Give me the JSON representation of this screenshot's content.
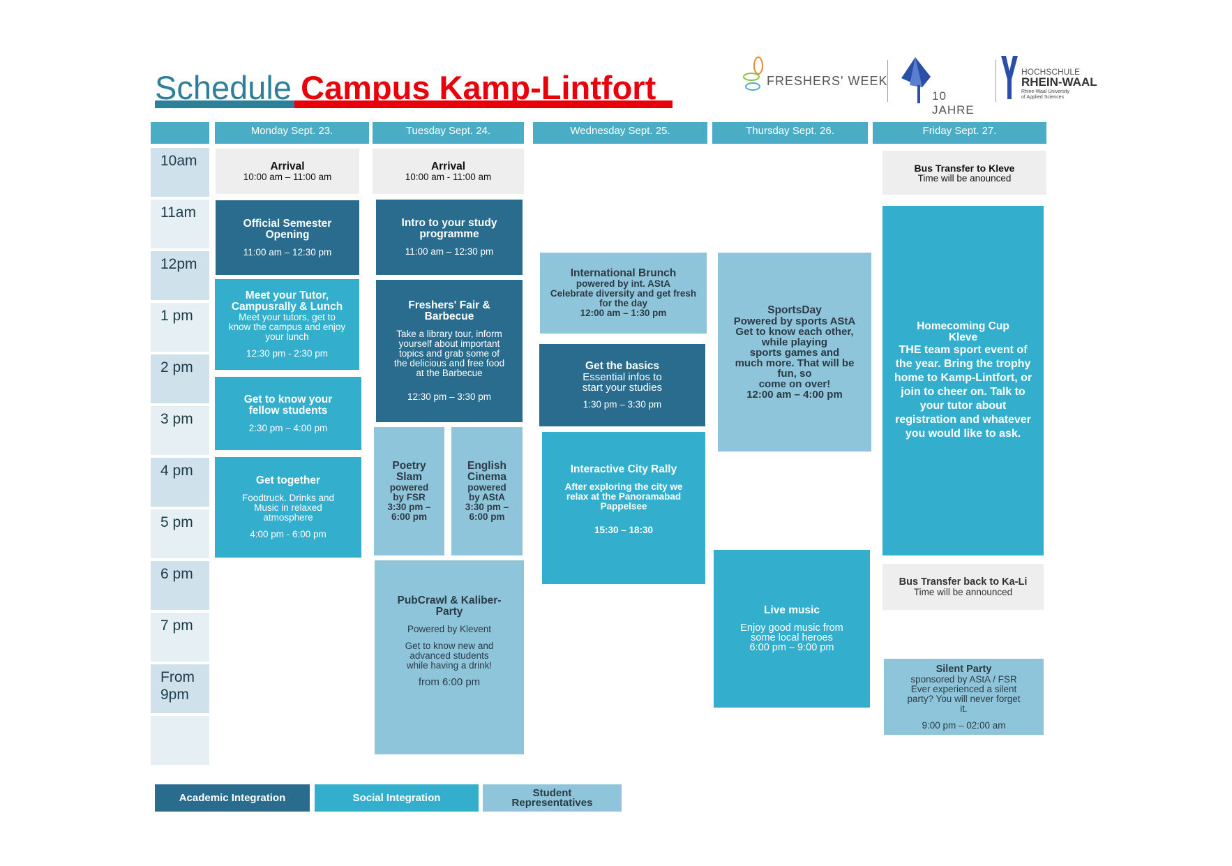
{
  "title": {
    "part1": "Schedule",
    "part2": "Campus Kamp-Lintfort"
  },
  "logos": {
    "freshers": "FRESHERS' WEEK",
    "anniversary": "10 JAHRE",
    "uni_top": "HOCHSCHULE",
    "uni_name": "RHEIN-WAAL",
    "uni_sub": "Rhine-Waal University\nof Applied Sciences"
  },
  "colors": {
    "academic": "#2a6c8e",
    "social": "#33aecd",
    "student": "#8fc5da",
    "header": "#4bacc6",
    "title_red": "#e8000b",
    "title_teal": "#2e7f99"
  },
  "days": [
    "Monday Sept. 23.",
    "Tuesday Sept. 24.",
    "Wednesday Sept. 25.",
    "Thursday Sept. 26.",
    "Friday Sept. 27."
  ],
  "times": [
    "10am",
    "11am",
    "12pm",
    "1 pm",
    "2 pm",
    "3 pm",
    "4 pm",
    "5 pm",
    "6 pm",
    "7 pm",
    "From\n9pm",
    ""
  ],
  "events": {
    "mon_arrival": {
      "title": "Arrival",
      "time": "10:00 am – 11:00 am"
    },
    "mon_opening": {
      "title": "Official Semester\nOpening",
      "time": "11:00 am – 12:30 pm"
    },
    "mon_tutor": {
      "title": "Meet your Tutor,\nCampusrally & Lunch",
      "desc": "Meet your tutors, get to\nknow the campus and enjoy\nyour lunch",
      "time": "12:30 pm - 2:30 pm"
    },
    "mon_fellow": {
      "title": "Get to know your\nfellow students",
      "time": "2:30 pm – 4:00 pm"
    },
    "mon_together": {
      "title": "Get together",
      "desc": "Foodtruck. Drinks and\nMusic in relaxed\natmosphere",
      "time": "4:00 pm - 6:00 pm"
    },
    "tue_arrival": {
      "title": "Arrival",
      "time": "10:00 am - 11:00 am"
    },
    "tue_intro": {
      "title": "Intro to your study\nprogramme",
      "time": "11:00 am – 12:30 pm"
    },
    "tue_fair": {
      "title": "Freshers' Fair &\nBarbecue",
      "desc": "Take a library tour, inform\nyourself about important\ntopics and grab some of\nthe delicious and free food\nat the Barbecue",
      "time": "12:30 pm – 3:30 pm"
    },
    "tue_poetry": {
      "title": "Poetry\nSlam",
      "desc": "powered\nby FSR\n3:30 pm –\n6:00 pm"
    },
    "tue_cinema": {
      "title": "English\nCinema",
      "desc": "powered\nby AStA\n3:30 pm –\n6:00 pm"
    },
    "tue_pubcrawl": {
      "title": "PubCrawl & Kaliber-\nParty",
      "sub": "Powered by Klevent",
      "desc": "Get to know new and\nadvanced students\nwhile having a drink!",
      "time": "from 6:00 pm"
    },
    "wed_brunch": {
      "title": "International Brunch",
      "desc": "powered by int. AStA\nCelebrate diversity and get fresh\nfor the day\n12:00 am – 1:30 pm"
    },
    "wed_basics": {
      "title": "Get the basics",
      "desc": "Essential infos to\nstart your studies",
      "time": "1:30 pm – 3:30 pm"
    },
    "wed_rally": {
      "title": "Interactive City Rally",
      "desc": "After exploring the city we\nrelax at the Panoramabad\nPappelsee",
      "time": "15:30 – 18:30"
    },
    "thu_sports": {
      "title": "SportsDay",
      "desc": "Powered by sports AStA\nGet to know each other,\nwhile playing\nsports games and\nmuch more. That will be\nfun, so\ncome on over!\n12:00 am – 4:00 pm"
    },
    "thu_music": {
      "title": "Live music",
      "desc": "Enjoy good music from\nsome local heroes\n6:00 pm – 9:00 pm"
    },
    "fri_bus": {
      "title": "Bus Transfer to Kleve",
      "desc": "Time will be anounced"
    },
    "fri_cup": {
      "title": "Homecoming Cup\nKleve",
      "desc": "THE team sport event of\nthe year. Bring the trophy\nhome to Kamp-Lintfort, or\njoin to cheer on. Talk to\nyour tutor about\nregistration and whatever\nyou would like to ask."
    },
    "fri_busback": {
      "title": "Bus Transfer back to Ka-Li",
      "desc": "Time will be announced"
    },
    "fri_silent": {
      "title": "Silent Party",
      "desc": "sponsored by AStA / FSR\nEver experienced a silent\nparty? You will never forget\nit.",
      "time": "9:00 pm – 02:00 am"
    }
  },
  "legend": [
    "Academic Integration",
    "Social Integration",
    "Student\nRepresentatives"
  ]
}
